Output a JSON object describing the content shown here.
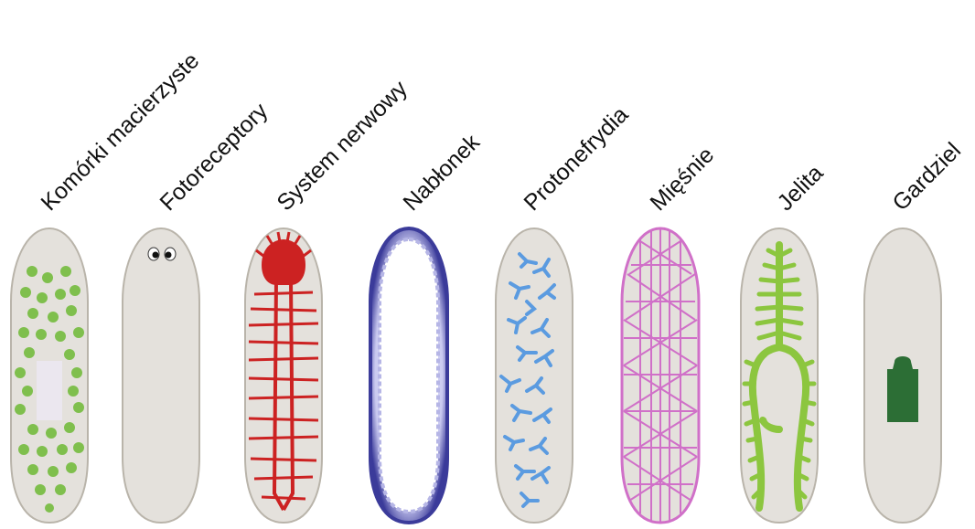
{
  "labels": [
    "Komórki macierzyste",
    "Fotoreceptory",
    "System nerwowy",
    "Nabłonek",
    "Protonefrydia",
    "Mięśnie",
    "Jelita",
    "Gardziel"
  ],
  "colors": {
    "body_fill": "#e4e1dc",
    "body_outline": "#b9b4aa",
    "stem_cells": "#7fbf4d",
    "nerves": "#cc2222",
    "epithelium": "#4a4aa8",
    "protonephridia": "#5b9be0",
    "muscles": "#d070c8",
    "gut": "#8cc63f",
    "pharynx": "#2c6e35"
  }
}
